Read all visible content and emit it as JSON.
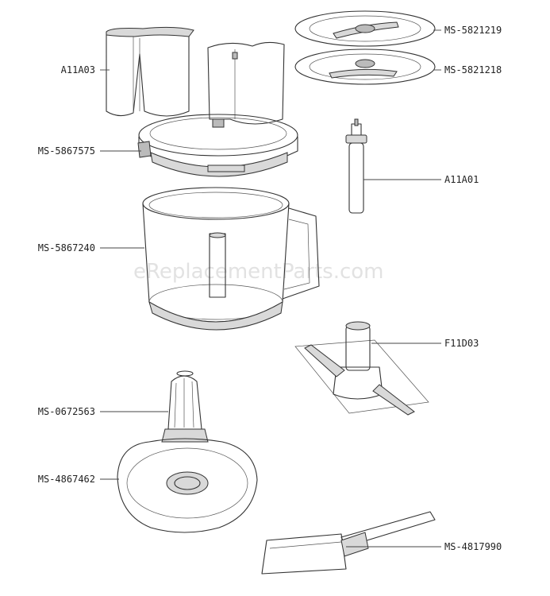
{
  "watermark": "eReplacementParts.com",
  "callouts": [
    {
      "id": "ms5821219",
      "label": "MS-5821219"
    },
    {
      "id": "ms5821218",
      "label": "MS-5821218"
    },
    {
      "id": "a11a03",
      "label": "A11A03"
    },
    {
      "id": "ms5867575",
      "label": "MS-5867575"
    },
    {
      "id": "a11a01",
      "label": "A11A01"
    },
    {
      "id": "ms5867240",
      "label": "MS-5867240"
    },
    {
      "id": "f11d03",
      "label": "F11D03"
    },
    {
      "id": "ms0672563",
      "label": "MS-0672563"
    },
    {
      "id": "ms4867462",
      "label": "MS-4867462"
    },
    {
      "id": "ms4817990",
      "label": "MS-4817990"
    }
  ]
}
